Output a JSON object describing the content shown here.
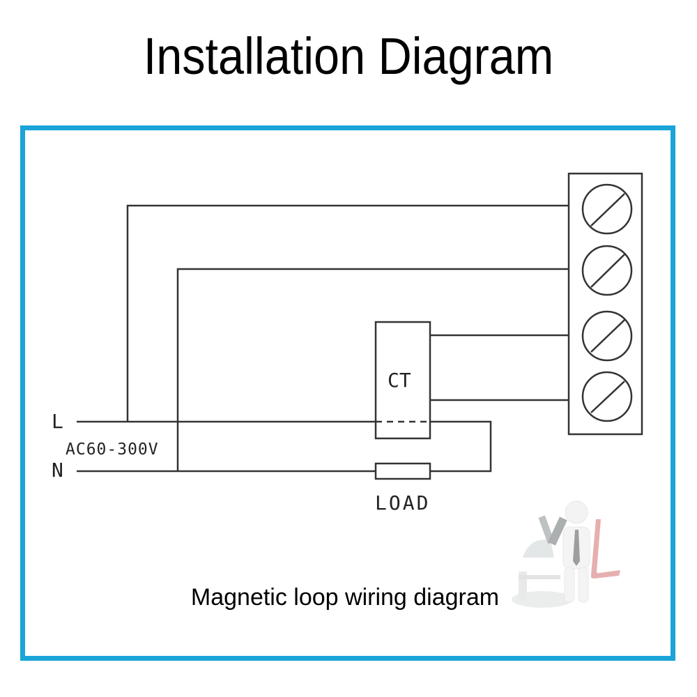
{
  "header": {
    "title": "Installation Diagram"
  },
  "diagram": {
    "labels": {
      "line": "L",
      "neutral": "N",
      "voltage": "AC60-300V",
      "ct": "CT",
      "load": "LOAD"
    },
    "terminal_block": {
      "terminal_count": 4,
      "icon": "screw-terminal-icon"
    },
    "caption": "Magnetic loop wiring diagram",
    "colors": {
      "frame": "#1aa4d8",
      "line": "#333333",
      "watermark_accent": "#e0a0a0"
    }
  },
  "watermark": {
    "icon": "scientist-microscope-logo",
    "letter": "L"
  }
}
